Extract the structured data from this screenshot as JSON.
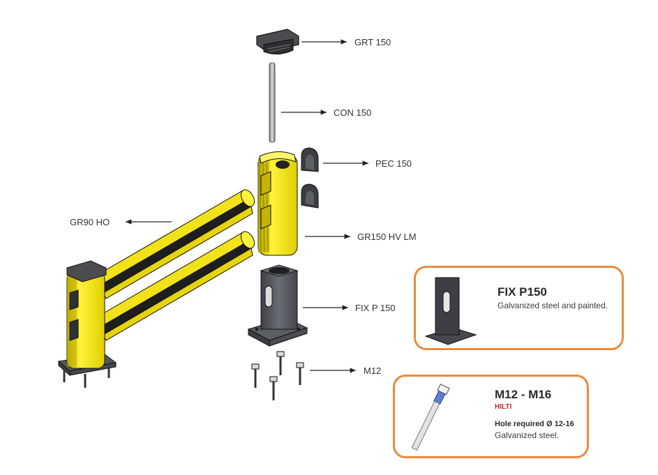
{
  "parts": {
    "grt": "GRT 150",
    "con": "CON 150",
    "pec": "PEC 150",
    "gr90": "GR90 HO",
    "gr150": "GR150 HV LM",
    "fixp": "FIX P 150",
    "m12": "M12"
  },
  "card_fix": {
    "title": "FIX P150",
    "desc": "Galvanized steel and painted."
  },
  "card_anchor": {
    "title": "M12 - M16",
    "brand": "HILTI",
    "hole": "Hole required Ø 12-16",
    "desc": "Galvanized steel."
  },
  "colors": {
    "card_border": "#e98a3c",
    "yellow": "#f4e51a",
    "black": "#1c1c1c",
    "brand": "#c0262d",
    "steel": "#55575c"
  }
}
